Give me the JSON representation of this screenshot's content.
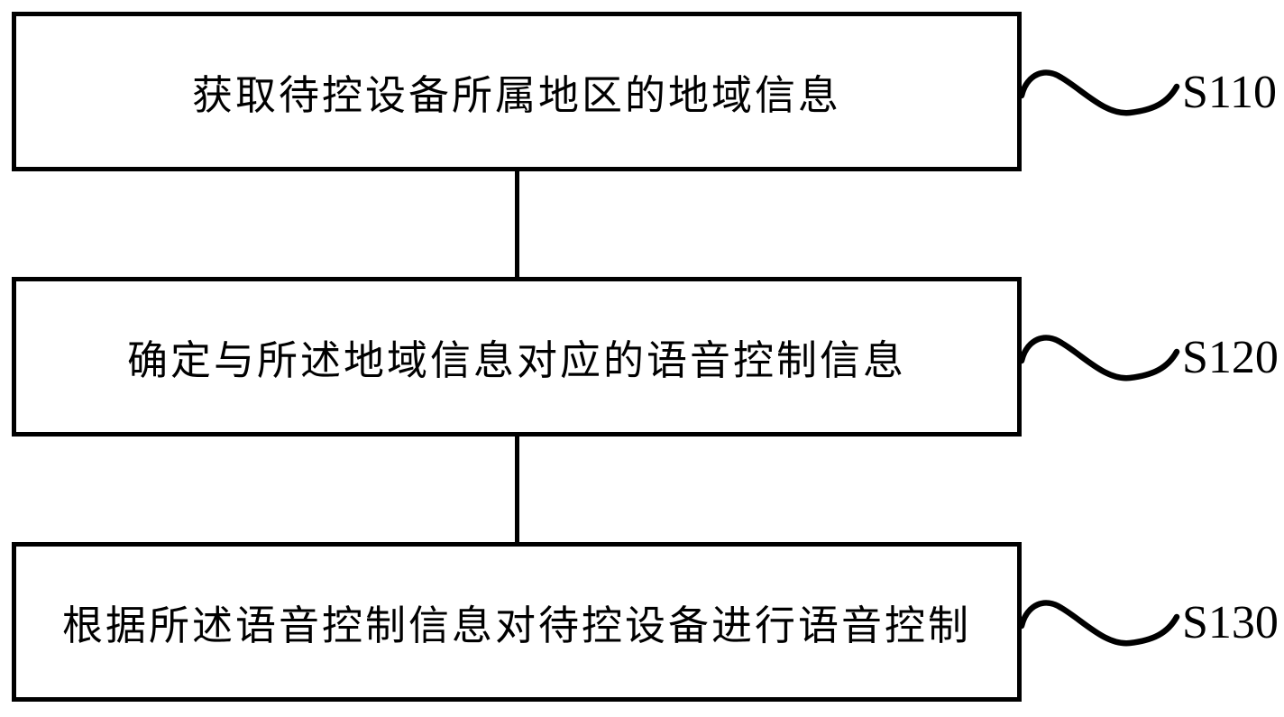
{
  "diagram": {
    "type": "flowchart",
    "background_color": "#ffffff",
    "line_color": "#000000",
    "steps": [
      {
        "text": "获取待控设备所属地区的地域信息",
        "label": "S110"
      },
      {
        "text": "确定与所述地域信息对应的语音控制信息",
        "label": "S120"
      },
      {
        "text": "根据所述语音控制信息对待控设备进行语音控制",
        "label": "S130"
      }
    ]
  }
}
